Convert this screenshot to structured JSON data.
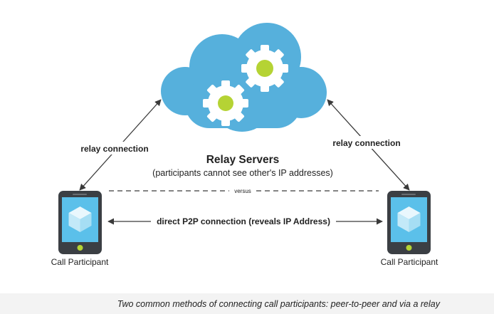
{
  "cloud": {
    "title": "Relay Servers",
    "subtitle": "(participants cannot see other's IP addresses)"
  },
  "connections": {
    "relay_left": "relay connection",
    "relay_right": "relay connection",
    "versus": "versus",
    "direct": "direct P2P connection (reveals IP Address)"
  },
  "participants": {
    "left_label": "Call Participant",
    "right_label": "Call Participant"
  },
  "caption": "Two common methods of connecting call participants: peer-to-peer and via a relay",
  "colors": {
    "cloud": "#56b0dc",
    "gear_center": "#b5d334",
    "phone_body": "#3b3f44",
    "phone_screen": "#5bc0ea",
    "phone_button": "#b5d334",
    "arrow": "#3a3a3a"
  },
  "icons": {
    "cloud": "cloud-icon",
    "gear": "gear-icon",
    "phone": "smartphone-icon",
    "cube": "cube-icon"
  }
}
